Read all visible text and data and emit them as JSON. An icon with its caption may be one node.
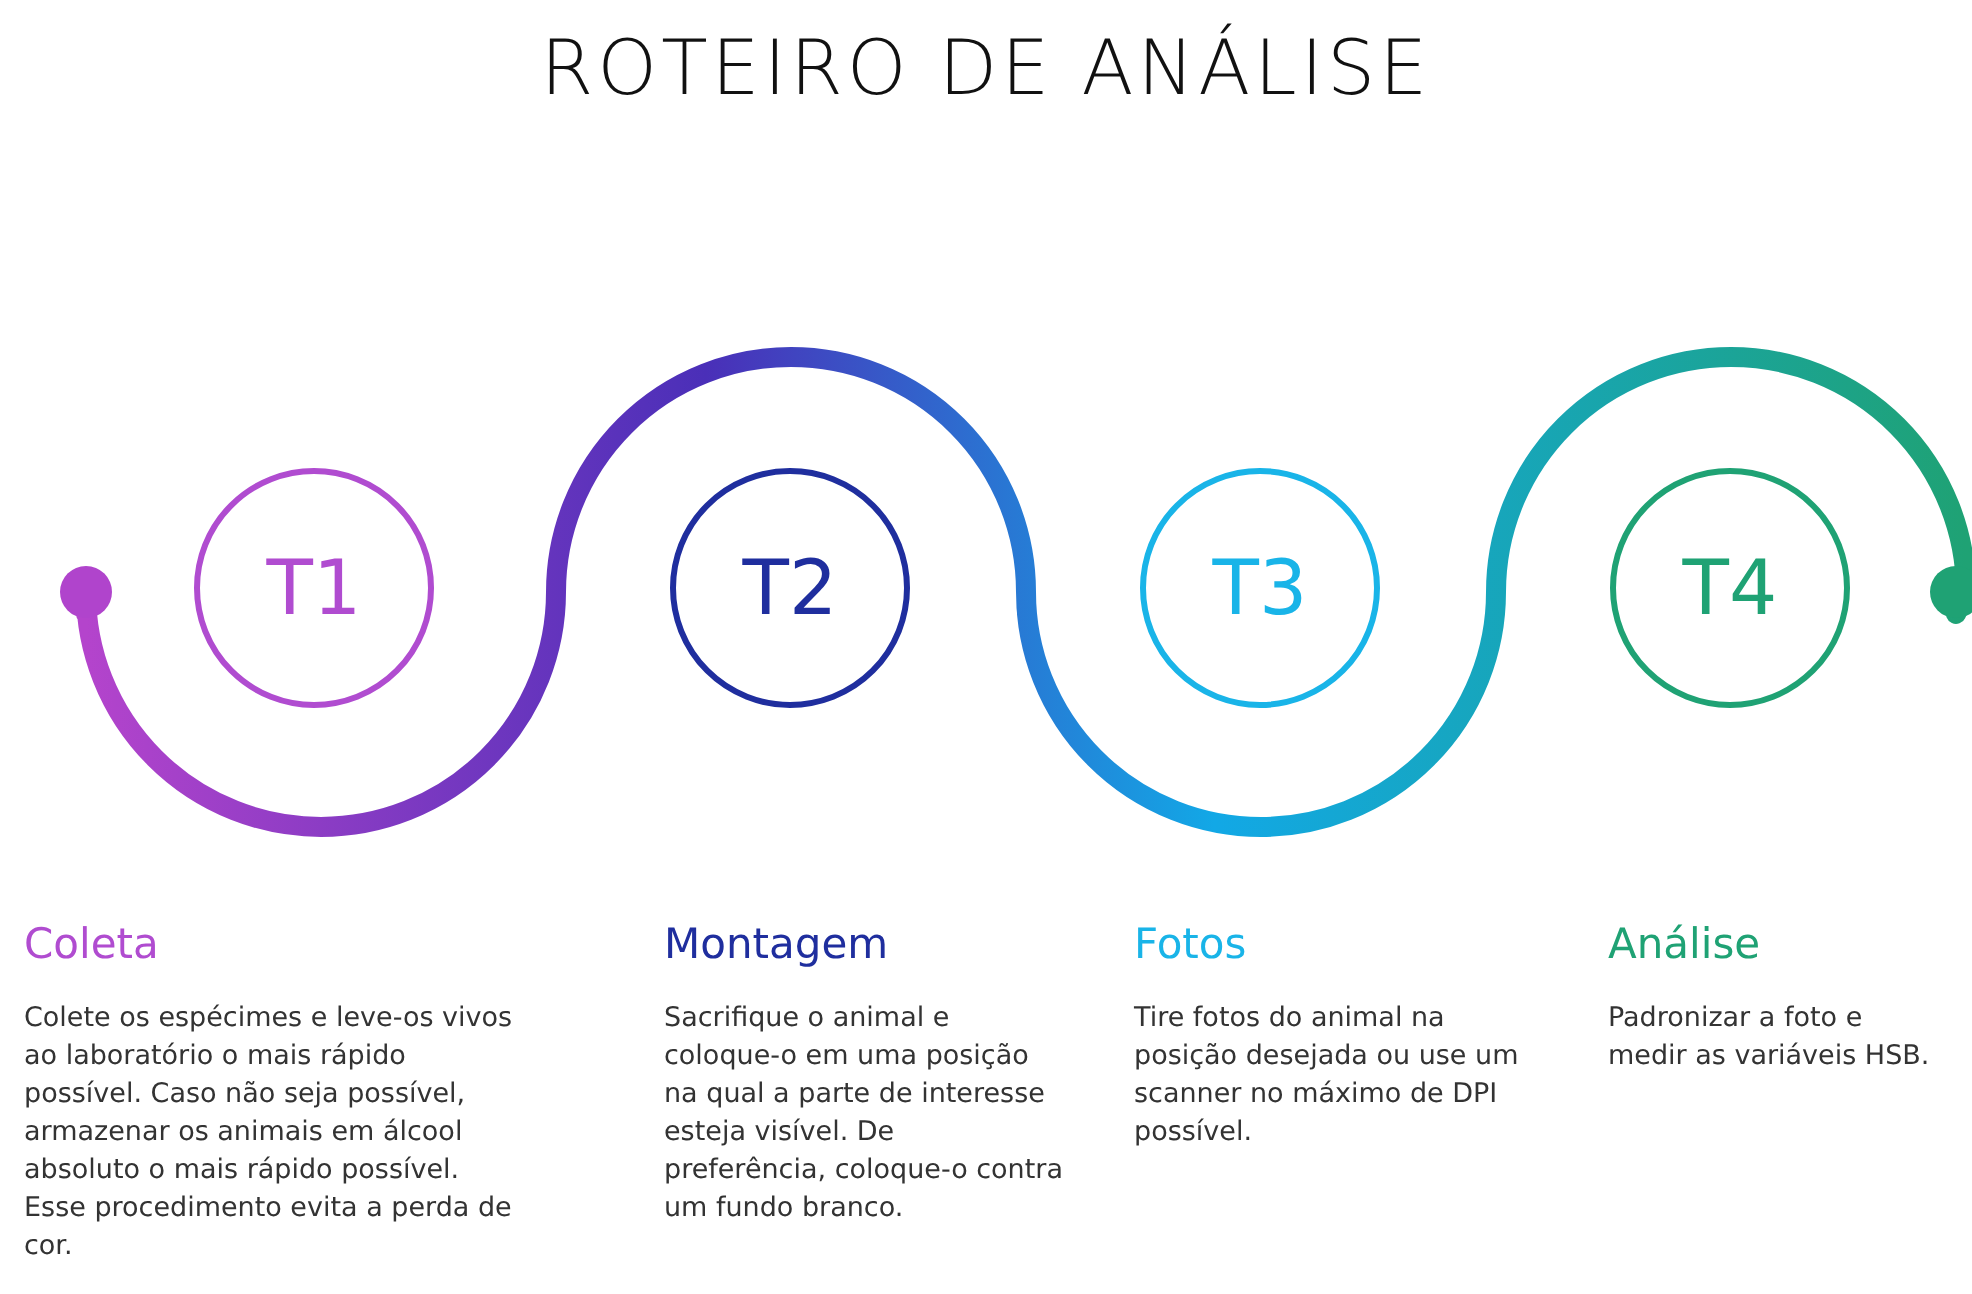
{
  "diagram": {
    "title": "ROTEIRO DE ANÁLISE",
    "nodes": [
      {
        "text": [],
        "shape": "circle"
      },
      {
        "text": [
          "T1"
        ],
        "beside": [
          "Coleta",
          "Colete os espécimes e leve-os vivos ao laboratório o mais rápido possível. Caso não seja possível, armazenar os animais em álcool absoluto o mais rápido possível. Esse procedimento evita a perda de cor."
        ]
      },
      {
        "text": [
          "T2"
        ],
        "beside": [
          "Montagem",
          "Sacrifique o animal e coloque-o em uma posição na qual a parte de interesse esteja visível. De preferência, coloque-o contra um fundo branco."
        ]
      },
      {
        "text": [
          "T3"
        ],
        "beside": [
          "Fotos",
          "Tire fotos do animal na posição desejada ou use um scanner no máximo de DPI possível."
        ]
      },
      {
        "text": [
          "T4"
        ],
        "beside": [
          "Análise",
          "Padronizar a foto e medir as variáveis HSB."
        ]
      },
      {
        "text": [],
        "shape": "circle"
      }
    ],
    "edges": [
      {
        "from": 0,
        "to": 5,
        "arrow": "none",
        "style": "thick"
      }
    ]
  }
}
